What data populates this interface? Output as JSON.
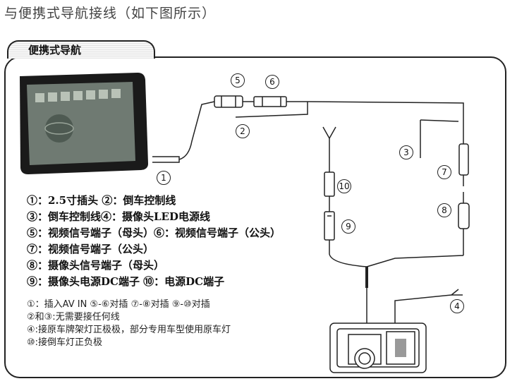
{
  "page_title": "与便携式导航接线（如下图所示）",
  "panel_label": "便携式导航",
  "callouts": {
    "c1": "1",
    "c2": "2",
    "c3": "3",
    "c4": "4",
    "c5": "5",
    "c6": "6",
    "c7": "7",
    "c8": "8",
    "c9": "9",
    "c10": "10"
  },
  "legend": [
    "①：2.5寸插头  ②：倒车控制线",
    "③：倒车控制线④：摄像头LED电源线",
    "⑤：视频信号端子（母头）⑥：视频信号端子（公头）",
    "⑦：视频信号端子（公头）",
    "⑧：摄像头信号端子（母头）",
    "⑨：摄像头电源DC端子  ⑩：电源DC端子"
  ],
  "notes": [
    "①：插入AV IN   ⑤-⑥对插    ⑦-⑧对插   ⑨-⑩对插",
    "②和③:无需要接任何线",
    "④:接原车牌架灯正极极，部分专用车型使用原车灯",
    "⑩:接倒车灯正负极"
  ],
  "colors": {
    "line": "#222222",
    "gps_bezel": "#1a1a1a",
    "gps_screen": "#6f7a72"
  }
}
